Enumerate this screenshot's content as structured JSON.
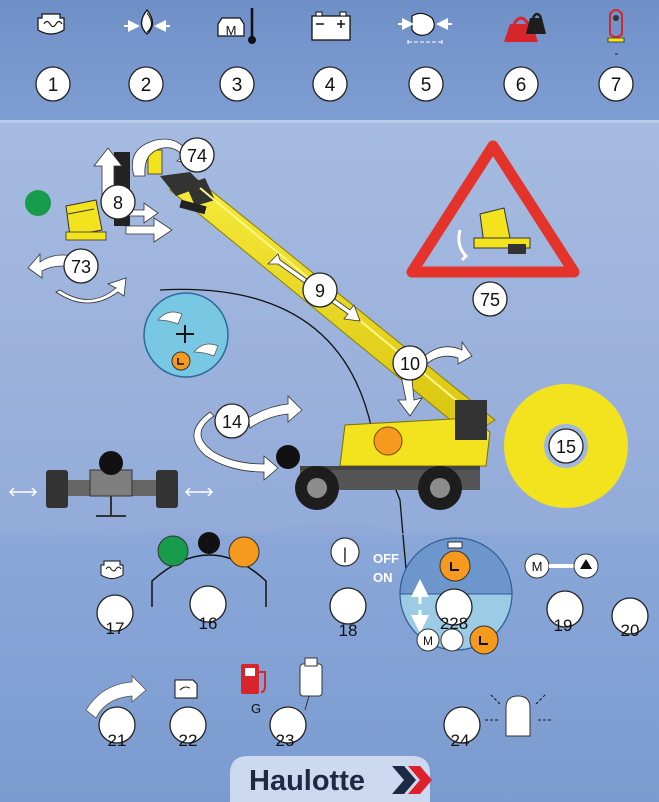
{
  "top_row": [
    {
      "number": "1",
      "icon": "glow-plug-icon"
    },
    {
      "number": "2",
      "icon": "oil-pressure-icon"
    },
    {
      "number": "3",
      "icon": "engine-temperature-icon"
    },
    {
      "number": "4",
      "icon": "battery-charge-icon"
    },
    {
      "number": "5",
      "icon": "air-filter-icon"
    },
    {
      "number": "6",
      "icon": "overload-weight-icon"
    },
    {
      "number": "7",
      "icon": "operator-harness-icon"
    }
  ],
  "machine_labels": {
    "platform_rotation": "74",
    "platform_level": "8",
    "jib_rotation": "73",
    "telescope": "9",
    "boom_lift": "10",
    "turret_rotation": "14",
    "drive_steer": "15",
    "tilt_alarm": "75"
  },
  "bottom_labels": {
    "glow": "17",
    "lights": "16",
    "power": "18",
    "mode_selector": "228",
    "engine_start": "19",
    "horn": "20",
    "speed": "21",
    "engine": "22",
    "fuel": "23",
    "beacon": "24"
  },
  "mode_switch": {
    "off_label": "OFF",
    "on_label": "ON"
  },
  "power_symbol": "|",
  "engine_letter": "M",
  "fuel_letter": "G",
  "brand": {
    "name": "Haulotte",
    "color": "#e0202b"
  },
  "colors": {
    "panel_blue": "#6d8fc8",
    "mid_blue": "#9db4dc",
    "bottom_blue": "#7e9ed3",
    "machine_yellow": "#f3e21e",
    "indicator_green": "#169c4b",
    "indicator_orange": "#f59a1e",
    "warning_red": "#e3332a"
  }
}
